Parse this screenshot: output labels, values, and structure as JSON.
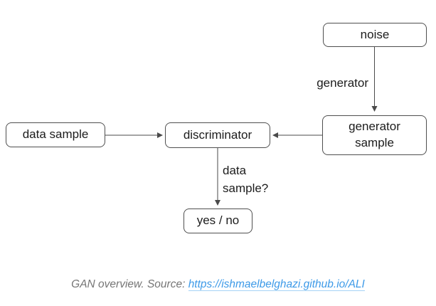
{
  "diagram": {
    "nodes": {
      "noise": "noise",
      "generator_sample": "generator\nsample",
      "discriminator": "discriminator",
      "data_sample": "data sample",
      "yes_no": "yes / no"
    },
    "labels": {
      "generator": "generator",
      "data_sample_question": "data\nsample?"
    },
    "colors": {
      "box_border": "#4f4f4f",
      "arrow_line": "#4a4a4a",
      "node_text": "#1c1c1c",
      "caption_text": "#757575",
      "link_blue": "#3d9ae8"
    }
  },
  "caption": {
    "prefix": "GAN overview. Source: ",
    "link_text": "https://ishmaelbelghazi.github.io/ALI"
  }
}
